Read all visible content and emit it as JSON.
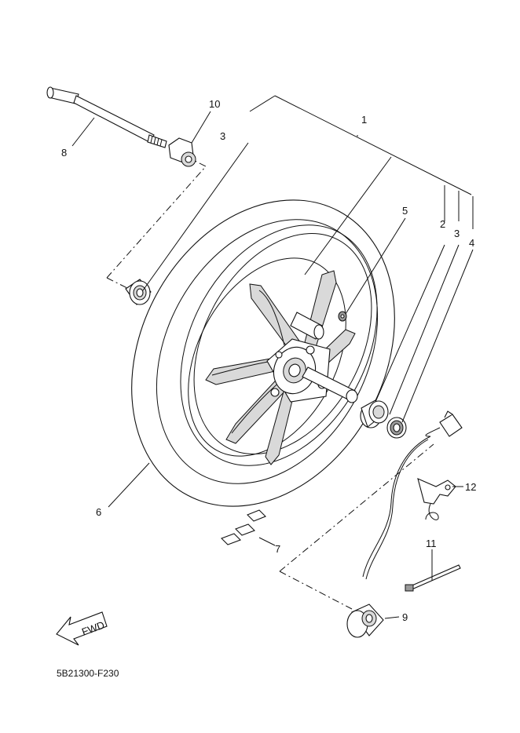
{
  "callouts": {
    "c1": "1",
    "c2": "2",
    "c3a": "3",
    "c3b": "3",
    "c4": "4",
    "c5": "5",
    "c6": "6",
    "c7": "7",
    "c8": "8",
    "c9": "9",
    "c10": "10",
    "c11": "11",
    "c12": "12"
  },
  "fwd_label": "FWD",
  "diagram_code": "5B21300-F230"
}
